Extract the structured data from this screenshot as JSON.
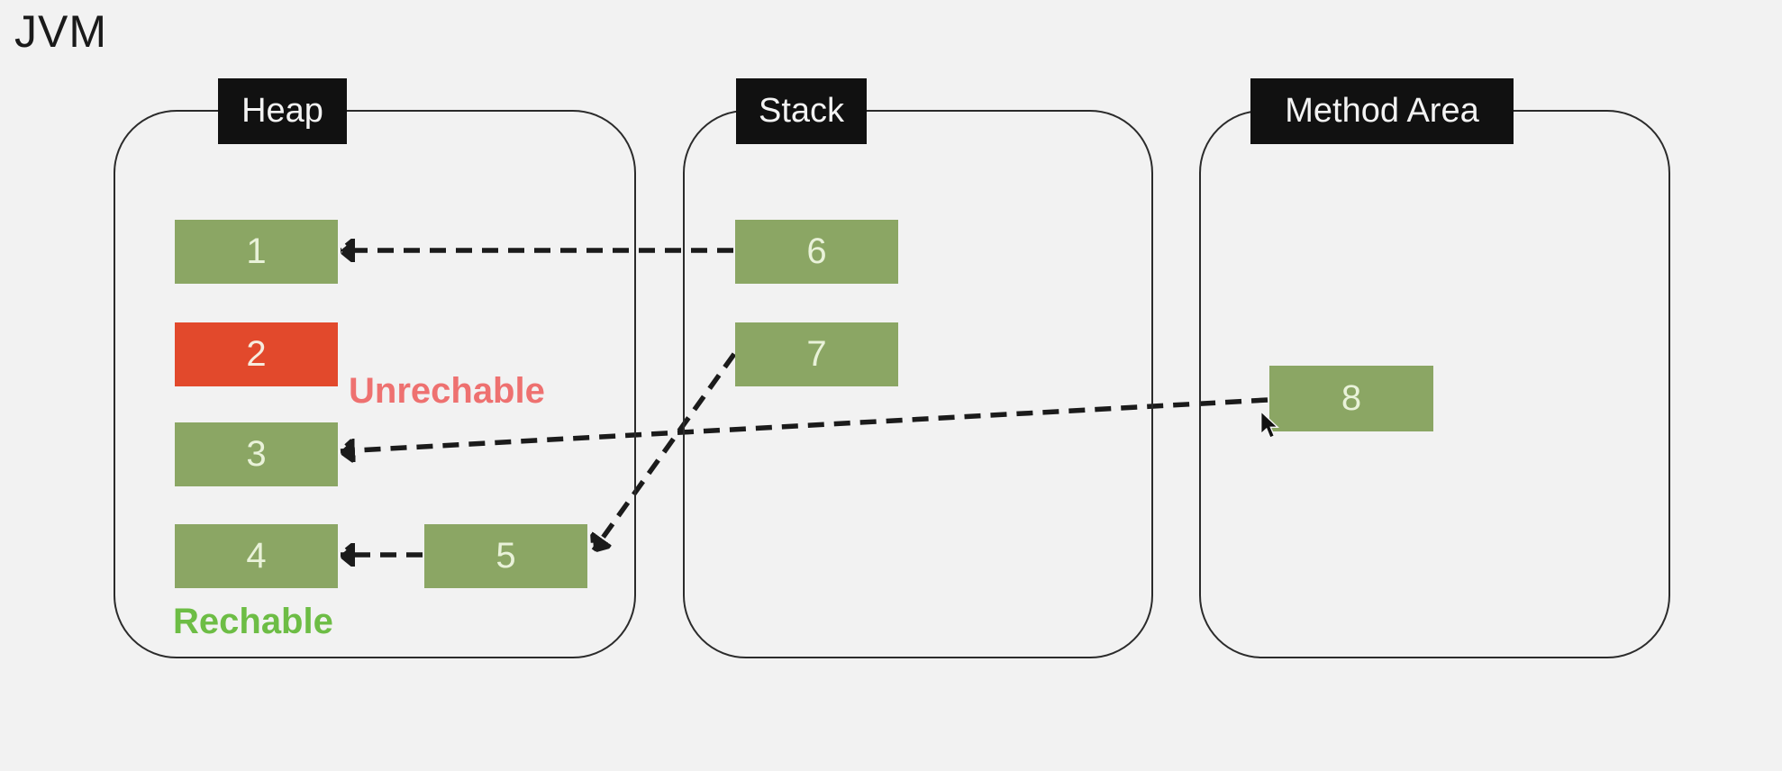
{
  "page": {
    "title": "JVM"
  },
  "colors": {
    "background": "#f2f2f2",
    "container_border": "#2b2b2b",
    "label_bg": "#111111",
    "label_text": "#f3f3f3",
    "cell_green": "#8ba664",
    "cell_red": "#e2492c",
    "cell_text": "#e9f2d9",
    "unreachable_text": "#ee7170",
    "reachable_text": "#6dbd45",
    "arrow": "#1b1b1b",
    "title_text": "#1a1a1a"
  },
  "diagram": {
    "heap": {
      "label": "Heap",
      "cells": [
        {
          "label": "1",
          "state": "reachable"
        },
        {
          "label": "2",
          "state": "unreachable"
        },
        {
          "label": "3",
          "state": "reachable"
        },
        {
          "label": "4",
          "state": "reachable"
        },
        {
          "label": "5",
          "state": "reachable"
        }
      ],
      "annotations": {
        "unreachable": "Unrechable",
        "reachable": "Rechable"
      }
    },
    "stack": {
      "label": "Stack",
      "cells": [
        {
          "label": "6",
          "state": "reachable"
        },
        {
          "label": "7",
          "state": "reachable"
        }
      ]
    },
    "method_area": {
      "label": "Method Area",
      "cells": [
        {
          "label": "8",
          "state": "reachable"
        }
      ]
    },
    "edges": [
      {
        "from": "6",
        "to": "1"
      },
      {
        "from": "8",
        "to": "3"
      },
      {
        "from": "7",
        "to": "5"
      },
      {
        "from": "5",
        "to": "4"
      }
    ]
  }
}
